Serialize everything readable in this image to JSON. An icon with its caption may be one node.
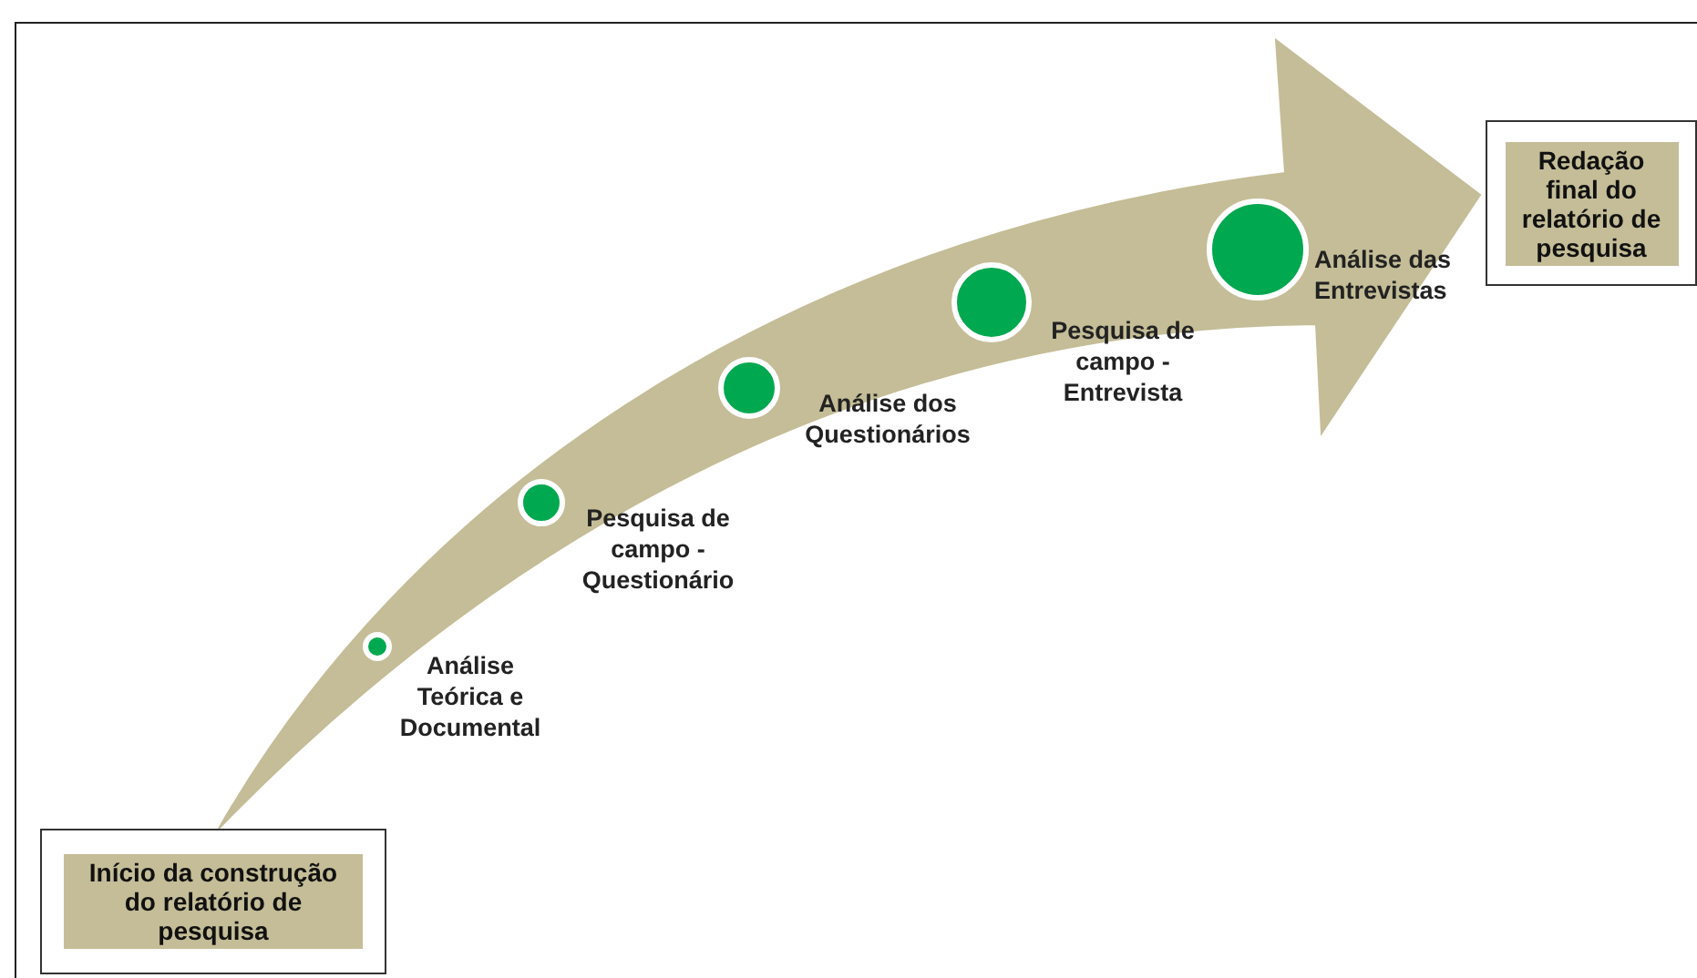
{
  "diagram": {
    "nodes": [
      {
        "text": [
          "Início da construção do relatório de pesquisa"
        ]
      },
      {
        "text": [],
        "shape": "circle",
        "beside": [
          "Análise Teórica e Documental"
        ]
      },
      {
        "text": [],
        "shape": "circle",
        "beside": [
          "Pesquisa de campo - Questionário"
        ]
      },
      {
        "text": [],
        "shape": "circle",
        "beside": [
          "Análise dos Questionários"
        ]
      },
      {
        "text": [],
        "shape": "circle",
        "beside": [
          "Pesquisa de campo - Entrevista"
        ]
      },
      {
        "text": [],
        "shape": "circle",
        "beside": [
          "Análise das Entrevistas"
        ]
      },
      {
        "text": [
          "Redação final do relatório de pesquisa"
        ]
      }
    ],
    "edges": [
      {
        "from": 0,
        "to": 6,
        "arrow": "to",
        "style": "thick",
        "color": "#c4bd97"
      }
    ]
  }
}
